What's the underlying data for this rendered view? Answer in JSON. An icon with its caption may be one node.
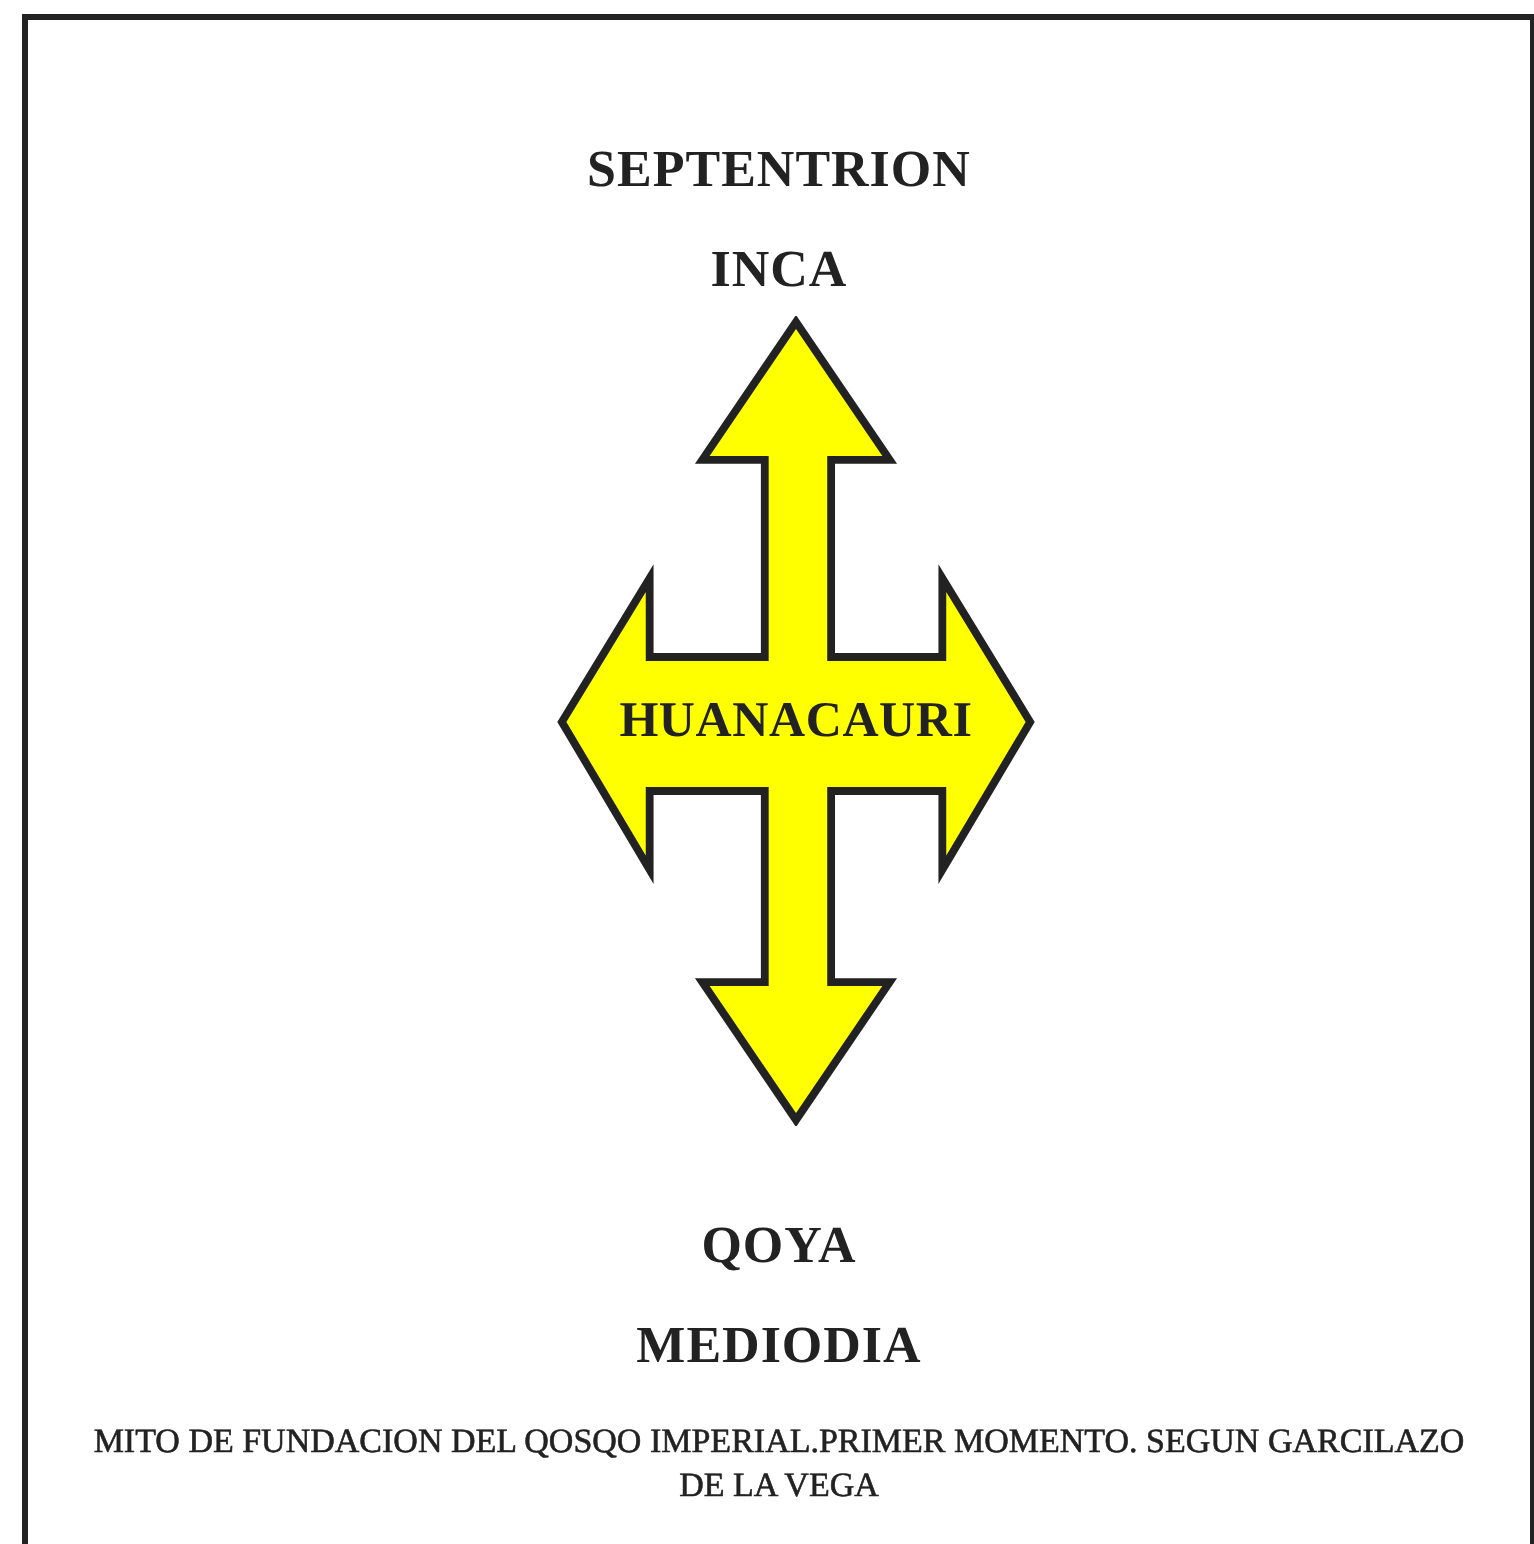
{
  "diagram": {
    "nodes": [
      {
        "text": [
          "HUANACAURI"
        ]
      }
    ],
    "labels": [
      "SEPTENTRION",
      "INCA",
      "QOYA",
      "MEDIODIA"
    ],
    "caption": "MITO DE FUNDACION DEL QOSQO IMPERIAL.PRIMER MOMENTO. SEGUN GARCILAZO DE LA VEGA"
  }
}
